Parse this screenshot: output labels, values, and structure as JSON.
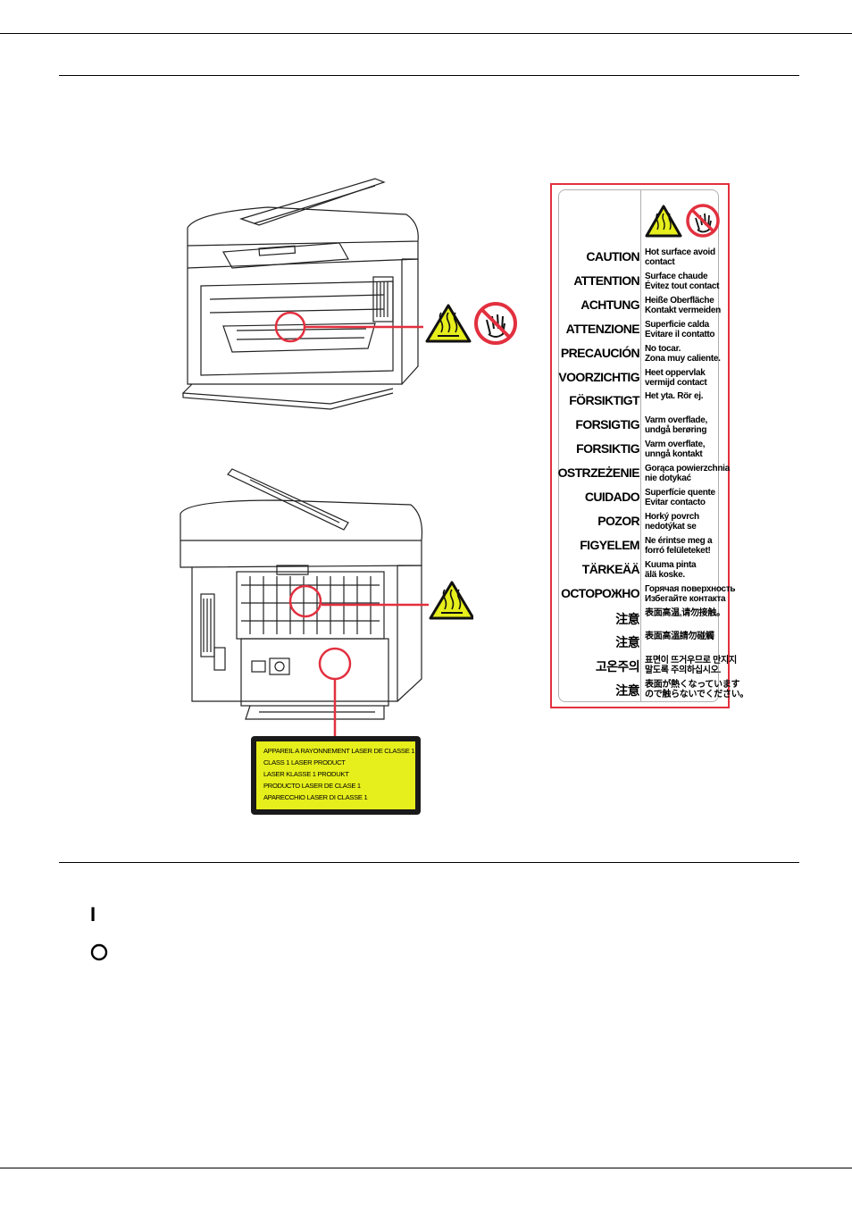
{
  "laser_label": {
    "lines": [
      "APPAREIL A RAYONNEMENT LASER DE CLASSE 1",
      "CLASS 1 LASER PRODUCT",
      "LASER KLASSE 1 PRODUKT",
      "PRODUCTO LASER DE CLASE 1",
      "APARECCHIO LASER DI CLASSE 1"
    ]
  },
  "warning_panel": {
    "rows": [
      {
        "word": "CAUTION",
        "text": [
          "Hot surface avoid",
          "contact"
        ]
      },
      {
        "word": "ATTENTION",
        "text": [
          "Surface chaude",
          "Évitez tout contact"
        ]
      },
      {
        "word": "ACHTUNG",
        "text": [
          "Heiße Oberfläche",
          "Kontakt vermeiden"
        ]
      },
      {
        "word": "ATTENZIONE",
        "text": [
          "Superficie calda",
          "Evitare il contatto"
        ]
      },
      {
        "word": "PRECAUCIÓN",
        "text": [
          "No tocar.",
          "Zona muy caliente."
        ]
      },
      {
        "word": "VOORZICHTIG",
        "text": [
          "Heet oppervlak",
          "vermijd contact"
        ]
      },
      {
        "word": "FÖRSIKTIGT",
        "text": [
          "Het yta. Rör ej.",
          ""
        ]
      },
      {
        "word": "FORSIGTIG",
        "text": [
          "Varm overflade,",
          "undgå berøring"
        ]
      },
      {
        "word": "FORSIKTIG",
        "text": [
          "Varm overflate,",
          "unngå kontakt"
        ]
      },
      {
        "word": "OSTRZEŻENIE",
        "text": [
          "Gorąca powierzchnia",
          "nie dotykać"
        ]
      },
      {
        "word": "CUIDADO",
        "text": [
          "Superfície quente",
          "Evitar contacto"
        ]
      },
      {
        "word": "POZOR",
        "text": [
          "Horký povrch",
          "nedotýkat se"
        ]
      },
      {
        "word": "FIGYELEM",
        "text": [
          "Ne érintse meg a",
          "forró felületeket!"
        ]
      },
      {
        "word": "TÄRKEÄÄ",
        "text": [
          "Kuuma pinta",
          "älä koske."
        ]
      },
      {
        "word": "ОСТОРОЖНО",
        "text": [
          "Горячая поверхность",
          "Избегайте контакта"
        ]
      },
      {
        "word": "注意",
        "text": [
          "表面高温,请勿接触。",
          ""
        ]
      },
      {
        "word": "注意",
        "text": [
          "表面高溫請勿碰觸",
          ""
        ]
      },
      {
        "word": "고온주의",
        "text": [
          "표면이 뜨거우므로 만지지",
          "말도록 주의하십시오."
        ]
      },
      {
        "word": "注意",
        "text": [
          "表面が熱くなっています",
          "ので触らないでください。"
        ]
      }
    ]
  },
  "power_symbols": {
    "on": "I"
  }
}
